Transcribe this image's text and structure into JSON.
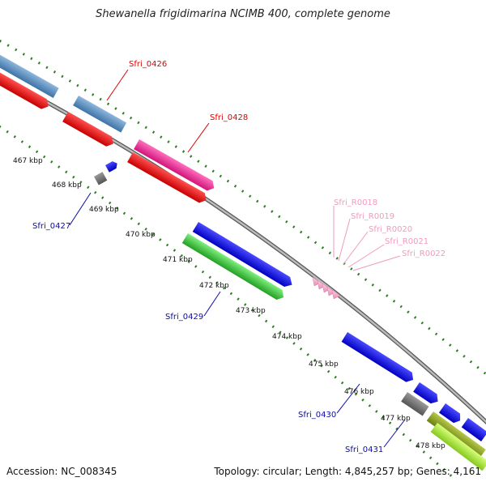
{
  "title": "Shewanella frigidimarina NCIMB 400, complete genome",
  "footer": {
    "accession": "Accession: NC_008345",
    "topology": "Topology: circular; Length: 4,845,257 bp; Genes: 4,161"
  },
  "colors": {
    "backbone": "#8c8c8c",
    "tick": "#2e7d22",
    "steelblue_gene": "#4f86b8",
    "red_gene": "#e8151b",
    "magenta_gene": "#e8238f",
    "blue_gene": "#1414e0",
    "green_gene": "#3ec83e",
    "gray_gene": "#707070",
    "olive_gene": "#8aa01e",
    "lime_gene": "#a8e632",
    "pink_rna": "#f5a6c8",
    "label_red": "#e00000",
    "label_blue": "#0a0aaa",
    "label_pink": "#f09ac0"
  },
  "kbp_labels": [
    "467 kbp",
    "468 kbp",
    "469 kbp",
    "470 kbp",
    "471 kbp",
    "472 kbp",
    "473 kbp",
    "474 kbp",
    "475 kbp",
    "476 kbp",
    "477 kbp",
    "478 kbp"
  ],
  "gene_labels": {
    "sfri_0426": "Sfri_0426",
    "sfri_0428": "Sfri_0428",
    "sfri_0427": "Sfri_0427",
    "sfri_0429": "Sfri_0429",
    "sfri_0430": "Sfri_0430",
    "sfri_0431": "Sfri_0431",
    "sfri_r0018": "Sfri_R0018",
    "sfri_r0019": "Sfri_R0019",
    "sfri_r0020": "Sfri_R0020",
    "sfri_r0021": "Sfri_R0021",
    "sfri_r0022": "Sfri_R0022"
  }
}
